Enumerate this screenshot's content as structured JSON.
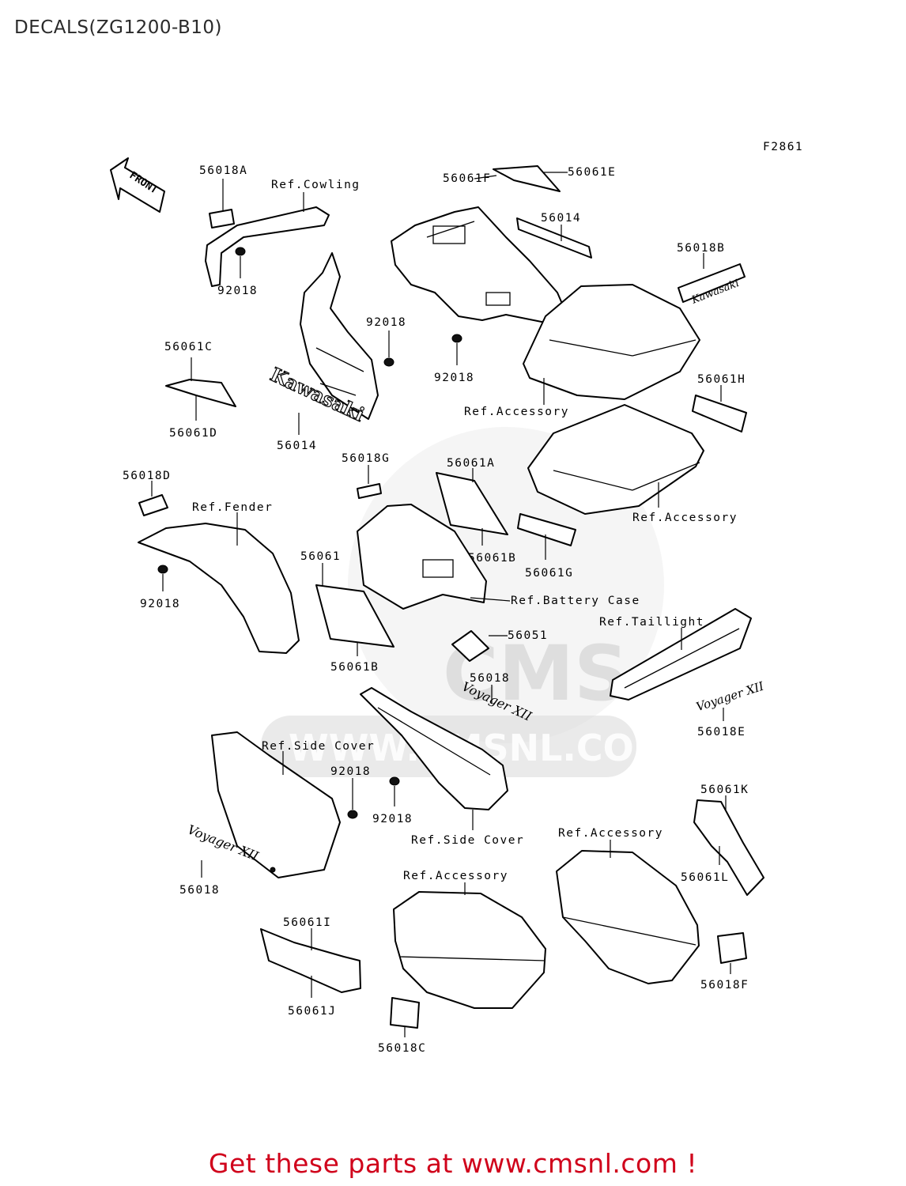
{
  "title": "DECALS(ZG1200-B10)",
  "figure_code": "F2861",
  "front_arrow": "FRONT",
  "watermark": {
    "brand": "CMS",
    "url": "WWW.CMSNL.COM"
  },
  "labels": {
    "p56018A": "56018A",
    "refCowling": "Ref.Cowling",
    "p56061F": "56061F",
    "p56061E": "56061E",
    "p56014_top": "56014",
    "p56018B": "56018B",
    "p92018_a": "92018",
    "p92018_b": "92018",
    "p92018_c": "92018",
    "p56061C": "56061C",
    "p56061D": "56061D",
    "p56014_mid": "56014",
    "refAccessory_1": "Ref.Accessory",
    "p56061H": "56061H",
    "p56018G": "56018G",
    "p56061A": "56061A",
    "p56018D": "56018D",
    "refFender": "Ref.Fender",
    "refAccessory_2": "Ref.Accessory",
    "p56061": "56061",
    "p56061B_a": "56061B",
    "p56061G": "56061G",
    "refBatteryCase": "Ref.Battery Case",
    "p92018_d": "92018",
    "refTaillight": "Ref.Taillight",
    "p56051": "56051",
    "p56061B_b": "56061B",
    "p56018_mid": "56018",
    "p56018E": "56018E",
    "refSideCover_1": "Ref.Side Cover",
    "p92018_e": "92018",
    "p92018_f": "92018",
    "p56061K": "56061K",
    "refSideCover_2": "Ref.Side Cover",
    "refAccessory_3": "Ref.Accessory",
    "refAccessory_4": "Ref.Accessory",
    "p56061L": "56061L",
    "p56018_low": "56018",
    "p56061I": "56061I",
    "p56018F": "56018F",
    "p56061J": "56061J",
    "p56018C": "56018C"
  },
  "decal_text": {
    "kawasaki": "Kawasaki",
    "voyager": "Voyager XII"
  },
  "footer": {
    "cta": "Get these parts at www.cmsnl.com !"
  },
  "colors": {
    "cta": "#d0021b",
    "line": "#000000",
    "watermark": "#d9d9d9"
  }
}
